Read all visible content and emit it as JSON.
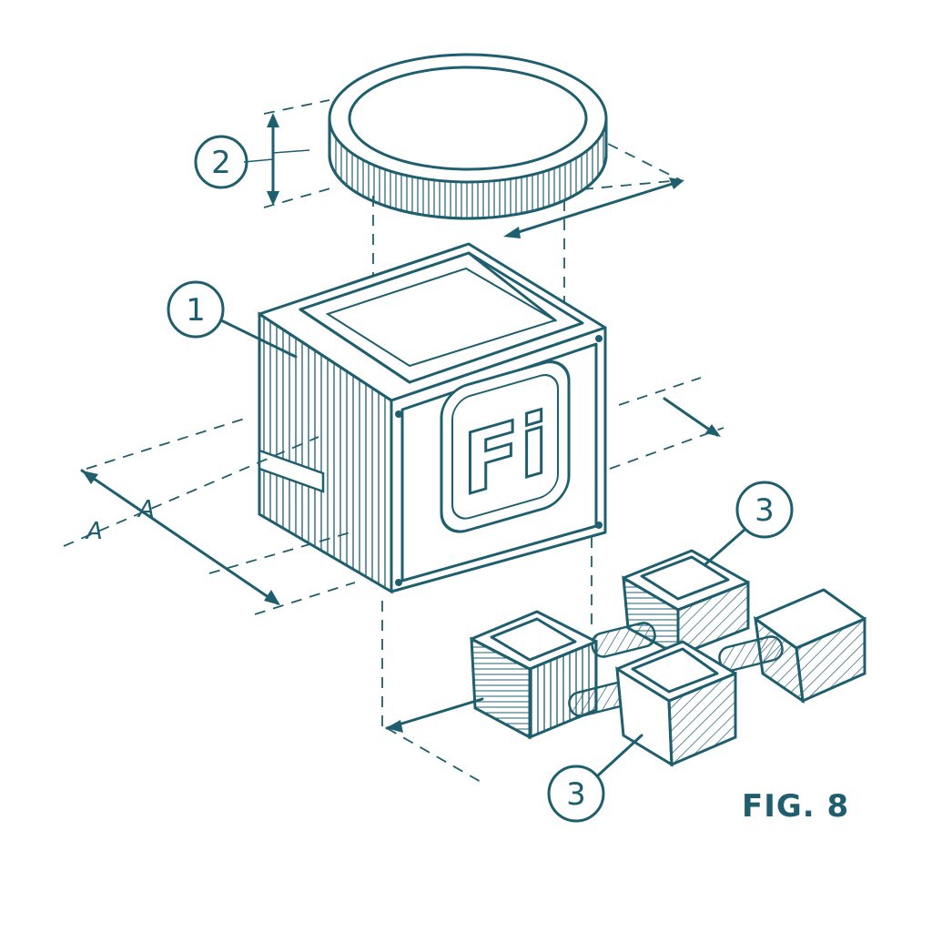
{
  "figure": {
    "label": "FIG. 8"
  },
  "logo": {
    "text": "Fi"
  },
  "section_marks": [
    "A",
    "A"
  ],
  "callouts": [
    {
      "id": "1",
      "text": "1"
    },
    {
      "id": "2",
      "text": "2"
    },
    {
      "id": "3a",
      "text": "3"
    },
    {
      "id": "3b",
      "text": "3"
    }
  ],
  "colors": {
    "ink": "#1f5e6e",
    "paper": "#ffffff"
  },
  "parts": [
    "cube-housing-icon",
    "disc-lid-icon",
    "peg-block-connector-icon"
  ]
}
